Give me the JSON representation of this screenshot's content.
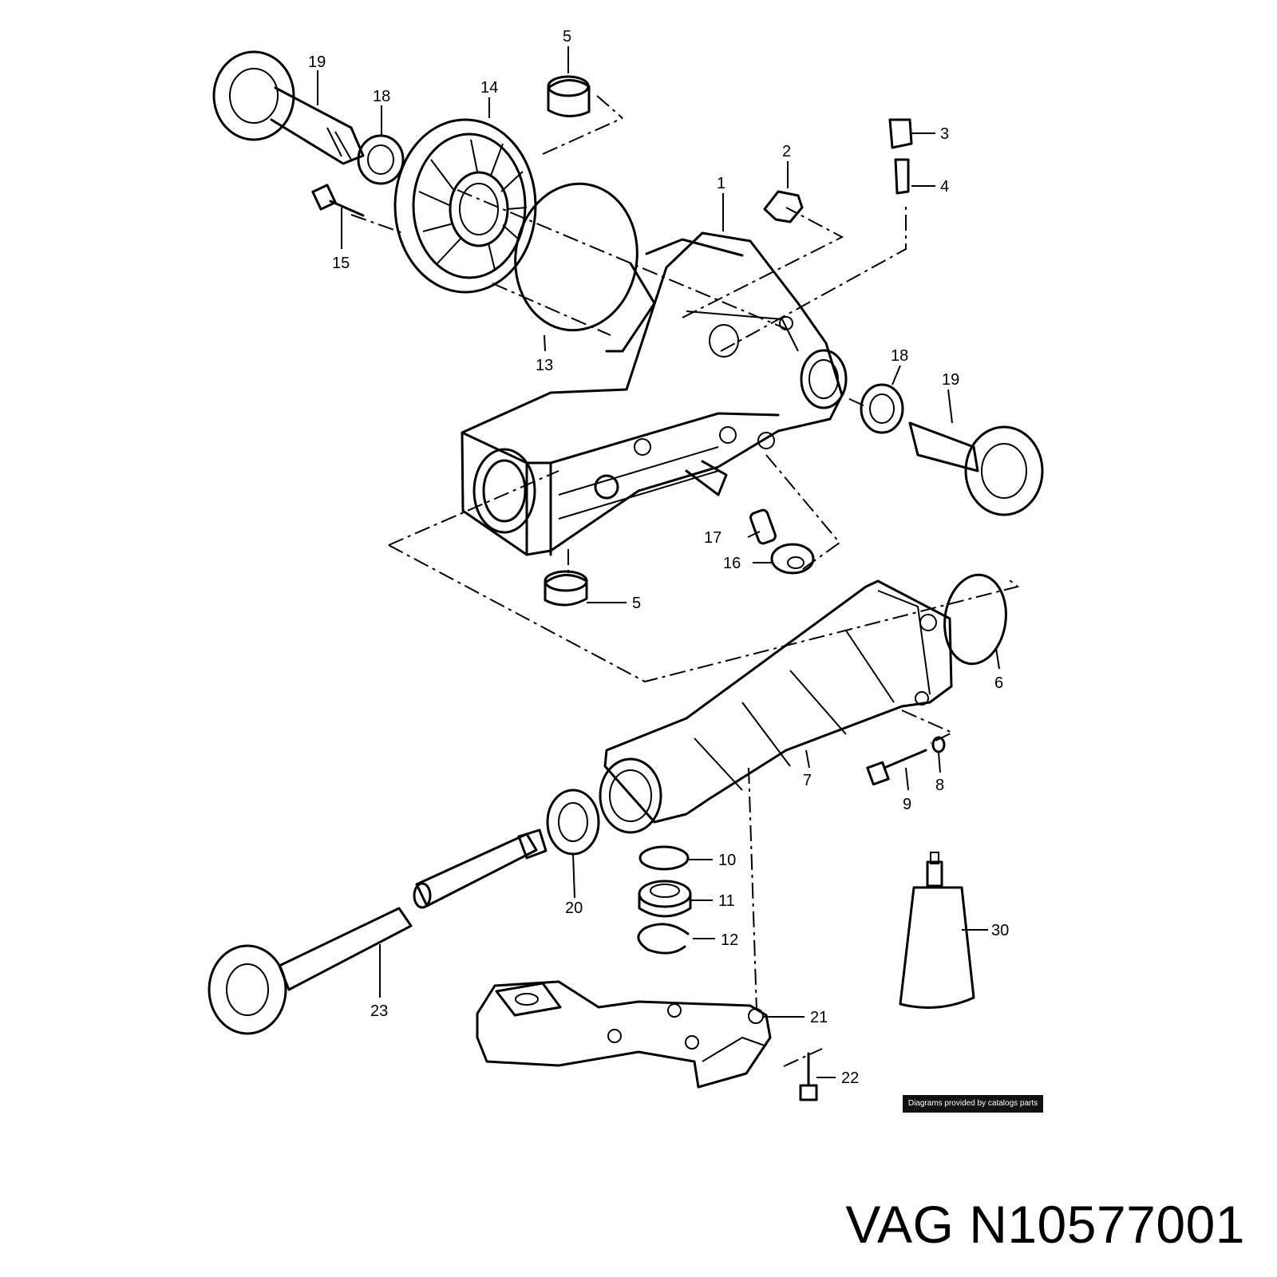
{
  "callouts": [
    "1",
    "2",
    "3",
    "4",
    "5",
    "5",
    "6",
    "7",
    "8",
    "9",
    "10",
    "11",
    "12",
    "13",
    "14",
    "15",
    "16",
    "17",
    "18",
    "18",
    "19",
    "19",
    "20",
    "21",
    "22",
    "23",
    "30"
  ],
  "credit": "Diagrams provided by catalogs parts",
  "part_label": {
    "brand": "VAG",
    "number": "N10577001"
  }
}
